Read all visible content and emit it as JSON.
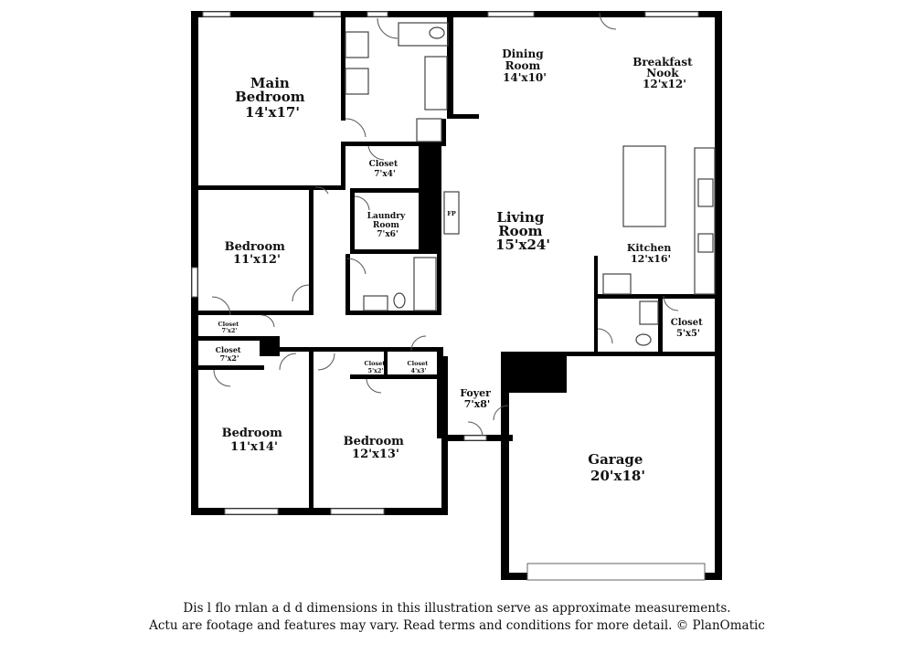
{
  "rooms": {
    "main_bedroom": {
      "name": "Main\nBedroom",
      "size": "14'x17'"
    },
    "dining_room": {
      "name": "Dining\nRoom",
      "size": "14'x10'"
    },
    "breakfast_nook": {
      "name": "Breakfast\nNook",
      "size": "12'x12'"
    },
    "closet_main": {
      "name": "Closet",
      "size": "7'x4'"
    },
    "laundry_room": {
      "name": "Laundry\nRoom",
      "size": "7'x6'"
    },
    "fireplace": {
      "name": "FP"
    },
    "living_room": {
      "name": "Living\nRoom",
      "size": "15'x24'"
    },
    "bedroom_2": {
      "name": "Bedroom",
      "size": "11'x12'"
    },
    "kitchen": {
      "name": "Kitchen",
      "size": "12'x16'"
    },
    "closet_a": {
      "name": "Closet",
      "size": "7'x2'"
    },
    "closet_b": {
      "name": "Closet",
      "size": "7'x2'"
    },
    "closet_c": {
      "name": "Closet",
      "size": "5'x2'"
    },
    "closet_d": {
      "name": "Closet",
      "size": "4'x3'"
    },
    "closet_kitchen": {
      "name": "Closet",
      "size": "5'x5'"
    },
    "foyer": {
      "name": "Foyer",
      "size": "7'x8'"
    },
    "bedroom_3": {
      "name": "Bedroom",
      "size": "11'x14'"
    },
    "bedroom_4": {
      "name": "Bedroom",
      "size": "12'x13'"
    },
    "garage": {
      "name": "Garage",
      "size": "20'x18'"
    }
  },
  "disclaimer": {
    "line1": "Dis      l  flo rnlan a d d dimensions in this illustration serve as approximate measurements.",
    "line2": "Actu    are footage and features may vary. Read terms and conditions for more detail. © PlanOmatic"
  }
}
